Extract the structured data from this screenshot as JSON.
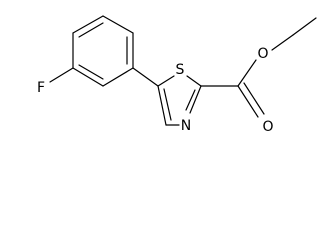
{
  "molecule": {
    "atom_labels": {
      "fluorine": "F",
      "sulfur": "S",
      "nitrogen": "N",
      "ester_oxygen": "O",
      "carbonyl_oxygen": "O"
    },
    "colors": {
      "bond": "#000000",
      "label": "#000000",
      "background": "#ffffff"
    }
  }
}
